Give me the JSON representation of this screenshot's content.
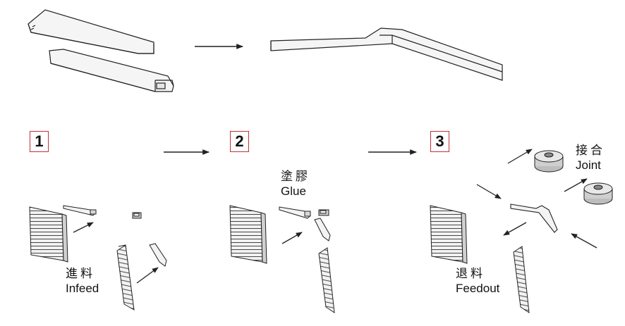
{
  "steps": [
    "1",
    "2",
    "3"
  ],
  "labels": {
    "glue_zh": "塗膠",
    "glue_en": "Glue",
    "infeed_zh": "進料",
    "infeed_en": "Infeed",
    "feedout_zh": "退料",
    "feedout_en": "Feedout",
    "joint_zh": "接合",
    "joint_en": "Joint"
  },
  "colors": {
    "stroke": "#222222",
    "step_border": "#c0313a",
    "part_fill": "#f4f4f4",
    "part_shade": "#d6d6d6"
  }
}
